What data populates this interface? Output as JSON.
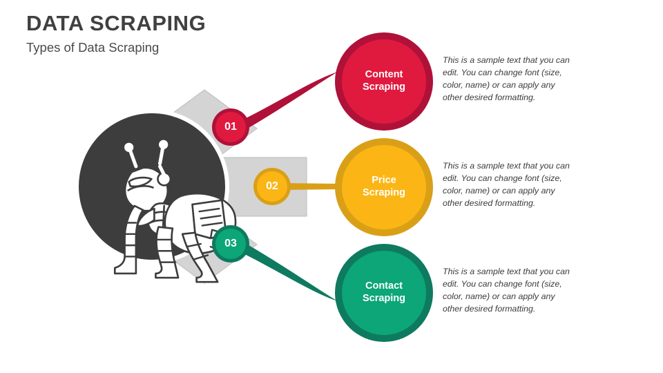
{
  "header": {
    "title": "DATA SCRAPING",
    "subtitle": "Types of Data Scraping"
  },
  "colors": {
    "background": "#ffffff",
    "title_text": "#404040",
    "subtitle_text": "#4a4a4a",
    "body_text": "#3a3a3a",
    "gray_shape": "#d4d4d4",
    "gray_shape_stroke": "#c2c2c2",
    "hub_circle": "#3d3d3d",
    "hub_icon": "#ffffff",
    "red_outer": "#b01138",
    "red_inner": "#e01a3f",
    "yellow_outer": "#d9a017",
    "yellow_inner": "#fbb615",
    "green_outer": "#0e7a5f",
    "green_inner": "#0ca678"
  },
  "hub": {
    "icon_name": "ant-robot-carrying-document-icon",
    "alt": "white line-art robotic ant carrying a sack with a document"
  },
  "items": [
    {
      "number": "01",
      "label_line1": "Content",
      "label_line2": "Scraping",
      "description": "This is a sample text that you can edit. You can change font (size, color, name) or can apply any other desired formatting.",
      "color_outer": "#b01138",
      "color_inner": "#e01a3f",
      "badge_shape": "diamond"
    },
    {
      "number": "02",
      "label_line1": "Price",
      "label_line2": "Scraping",
      "description": "This is a sample text that you can edit. You can change font (size, color, name) or can apply any other desired formatting.",
      "color_outer": "#d9a017",
      "color_inner": "#fbb615",
      "badge_shape": "rectangle"
    },
    {
      "number": "03",
      "label_line1": "Contact",
      "label_line2": "Scraping",
      "description": "This is a sample text that you can edit. You can change font (size, color, name) or can apply any other desired formatting.",
      "color_outer": "#0e7a5f",
      "color_inner": "#0ca678",
      "badge_shape": "diamond"
    }
  ]
}
